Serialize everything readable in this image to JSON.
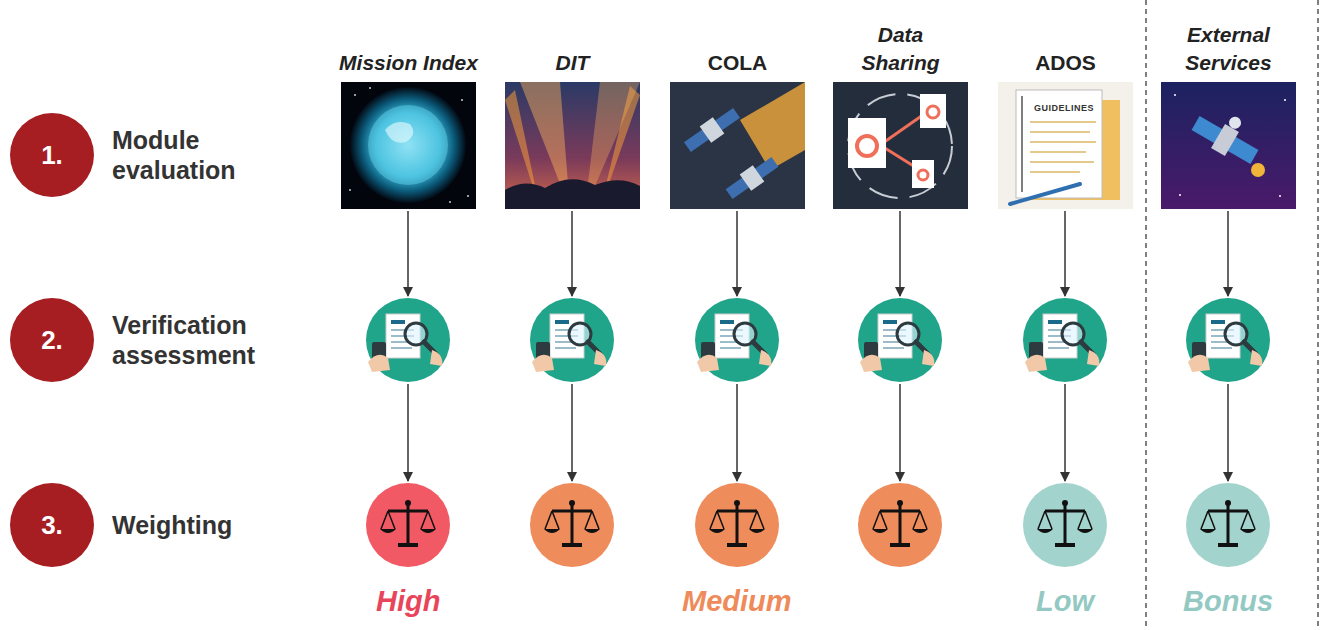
{
  "diagram": {
    "nodes": [
      {
        "text": [
          "1.",
          "Module evaluation"
        ]
      },
      {
        "text": [
          "2.",
          "Verification assessment"
        ]
      },
      {
        "text": [
          "3.",
          "Weighting"
        ]
      },
      {
        "text": [
          "Mission Index"
        ]
      },
      {
        "text": [
          "DIT"
        ]
      },
      {
        "text": [
          "COLA"
        ]
      },
      {
        "text": [
          "Data Sharing"
        ]
      },
      {
        "text": [
          "ADOS"
        ]
      },
      {
        "text": [
          "External Services"
        ]
      }
    ],
    "labels": [
      "GUIDELINES",
      "High",
      "Medium",
      "Low",
      "Bonus"
    ]
  }
}
